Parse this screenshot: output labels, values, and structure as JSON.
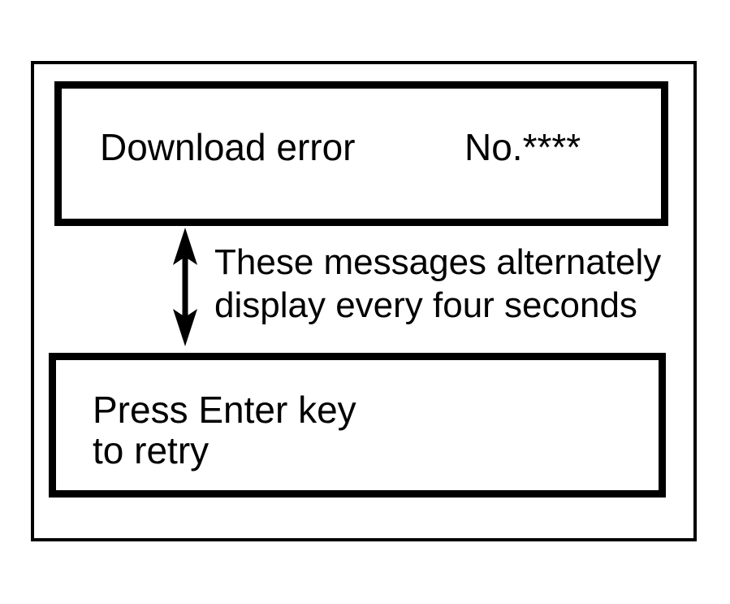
{
  "colors": {
    "foreground": "#000000",
    "background": "#ffffff"
  },
  "top_box": {
    "message": "Download error",
    "error_number": "No.****"
  },
  "arrow": {
    "meaning": "messages alternate"
  },
  "annotation": {
    "line1": "These messages alternately",
    "line2": "display every four seconds"
  },
  "bottom_box": {
    "line1": "Press Enter key",
    "line2": "to retry"
  }
}
